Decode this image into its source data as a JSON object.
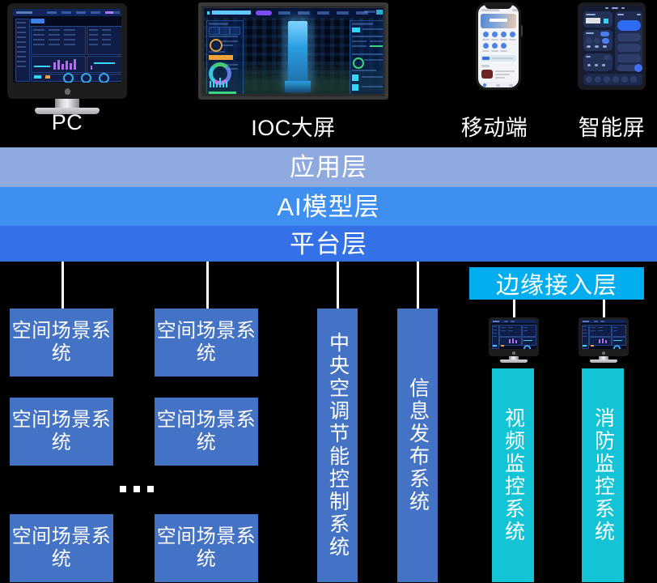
{
  "devices": [
    {
      "id": "pc",
      "label": "PC",
      "icon": "desktop-monitor-icon"
    },
    {
      "id": "ioc",
      "label": "IOC大屏",
      "icon": "large-display-icon"
    },
    {
      "id": "mobile",
      "label": "移动端",
      "icon": "smartphone-icon"
    },
    {
      "id": "smart",
      "label": "智能屏",
      "icon": "tablet-icon"
    }
  ],
  "layers": [
    {
      "id": "application",
      "label": "应用层",
      "color": "#8EAADF"
    },
    {
      "id": "ai-model",
      "label": "AI模型层",
      "color": "#3F8FF0"
    },
    {
      "id": "platform",
      "label": "平台层",
      "color": "#3471E8"
    }
  ],
  "edge": {
    "header_label": "边缘接入层",
    "header_color": "#00AEEF",
    "box_color": "#14C4D6",
    "nodes": [
      {
        "id": "video-surveillance",
        "label": "视频监控系统",
        "icon": "desktop-monitor-icon"
      },
      {
        "id": "fire-surveillance",
        "label": "消防监控系统",
        "icon": "desktop-monitor-icon"
      }
    ]
  },
  "systems": {
    "box_color": "#4472C4",
    "columns": [
      {
        "id": "col-1",
        "boxes": [
          {
            "id": "space-scene-1",
            "label": "空间场景系统"
          },
          {
            "id": "space-scene-2",
            "label": "空间场景系统"
          },
          {
            "id": "space-scene-3",
            "label": "空间场景系统"
          }
        ]
      },
      {
        "id": "col-2",
        "boxes": [
          {
            "id": "space-scene-4",
            "label": "空间场景系统"
          },
          {
            "id": "space-scene-5",
            "label": "空间场景系统"
          },
          {
            "id": "space-scene-6",
            "label": "空间场景系统"
          }
        ]
      }
    ],
    "ellipsis": "...",
    "tall_boxes": [
      {
        "id": "hvac-control",
        "label": "中央空调节能控制系统"
      },
      {
        "id": "info-release",
        "label": "信息发布系统"
      }
    ]
  }
}
